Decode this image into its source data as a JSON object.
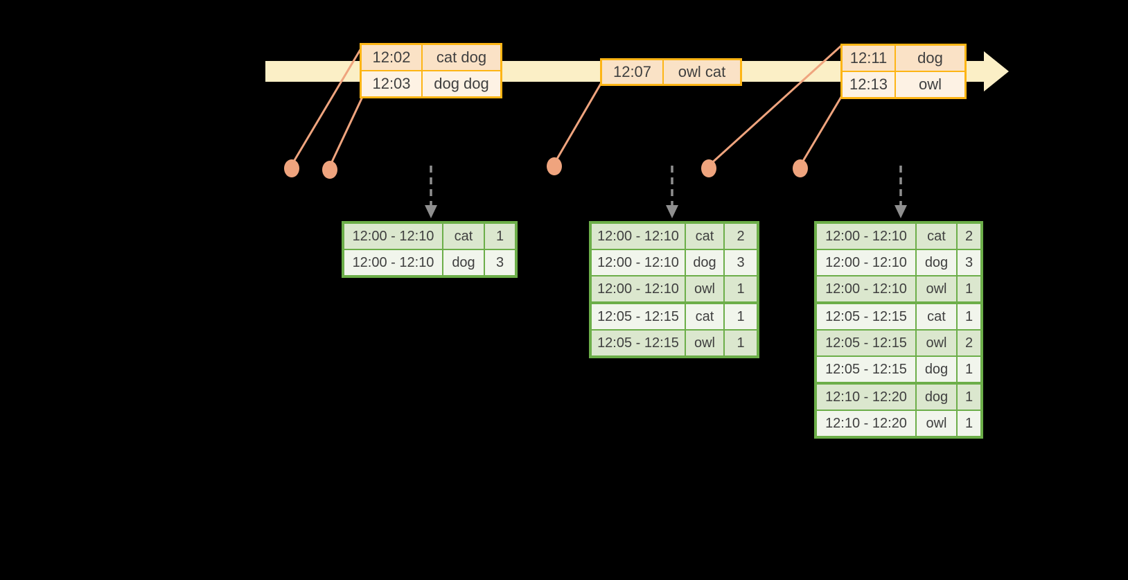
{
  "diagram": "windowed-grouped-aggregation-timeline",
  "colors": {
    "background": "#000000",
    "timeline_band": "#fbefc6",
    "event_border": "#fdb515",
    "event_fill_dark": "#fae2c6",
    "event_fill_light": "#fdf2e4",
    "connector": "#efa47e",
    "arrow_gray": "#8f8f8f",
    "result_border": "#6cae49",
    "result_fill_dark": "#dbe7ce",
    "result_fill_light": "#f1f5ec",
    "text_ink": "#3f3f3f"
  },
  "event_tables": [
    {
      "rows": [
        {
          "time": "12:02",
          "words": "cat dog"
        },
        {
          "time": "12:03",
          "words": "dog dog"
        }
      ]
    },
    {
      "rows": [
        {
          "time": "12:07",
          "words": "owl cat"
        }
      ]
    },
    {
      "rows": [
        {
          "time": "12:11",
          "words": "dog"
        },
        {
          "time": "12:13",
          "words": "owl"
        }
      ]
    }
  ],
  "result_tables": [
    {
      "rows": [
        {
          "window": "12:00 - 12:10",
          "word": "cat",
          "count": "1"
        },
        {
          "window": "12:00 - 12:10",
          "word": "dog",
          "count": "3"
        }
      ]
    },
    {
      "rows": [
        {
          "window": "12:00 - 12:10",
          "word": "cat",
          "count": "2"
        },
        {
          "window": "12:00 - 12:10",
          "word": "dog",
          "count": "3"
        },
        {
          "window": "12:00 - 12:10",
          "word": "owl",
          "count": "1"
        },
        {
          "window": "12:05 - 12:15",
          "word": "cat",
          "count": "1"
        },
        {
          "window": "12:05 - 12:15",
          "word": "owl",
          "count": "1"
        }
      ]
    },
    {
      "rows": [
        {
          "window": "12:00 - 12:10",
          "word": "cat",
          "count": "2"
        },
        {
          "window": "12:00 - 12:10",
          "word": "dog",
          "count": "3"
        },
        {
          "window": "12:00 - 12:10",
          "word": "owl",
          "count": "1"
        },
        {
          "window": "12:05 - 12:15",
          "word": "cat",
          "count": "1"
        },
        {
          "window": "12:05 - 12:15",
          "word": "owl",
          "count": "2"
        },
        {
          "window": "12:05 - 12:15",
          "word": "dog",
          "count": "1"
        },
        {
          "window": "12:10 - 12:20",
          "word": "dog",
          "count": "1"
        },
        {
          "window": "12:10 - 12:20",
          "word": "owl",
          "count": "1"
        }
      ]
    }
  ]
}
